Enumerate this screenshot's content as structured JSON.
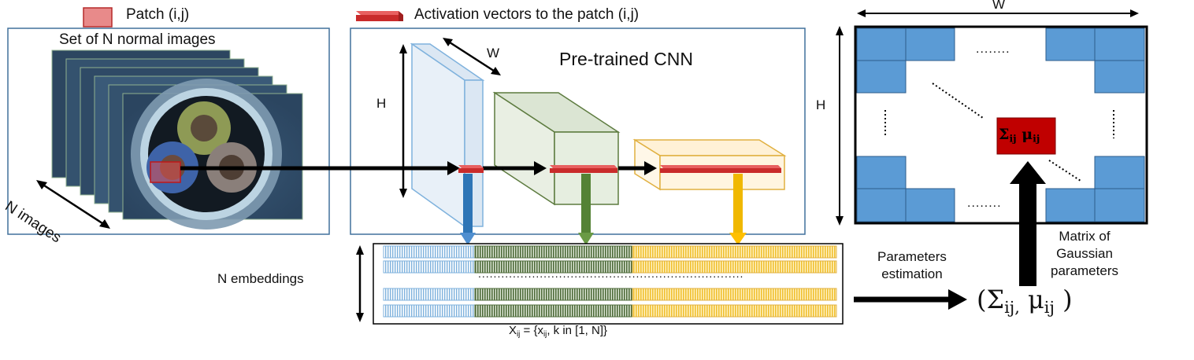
{
  "legend": {
    "patch_label": "Patch (i,j)",
    "activation_label": "Activation vectors to the patch (i,j)"
  },
  "images_panel": {
    "title": "Set of N normal images",
    "n_images_label": "N images"
  },
  "cnn_panel": {
    "title": "Pre-trained CNN",
    "w_label": "W",
    "h_label": "H"
  },
  "embeddings": {
    "left_label": "N embeddings",
    "dots": ".....................................................................",
    "formula": {
      "x_main": "X",
      "x_sub": "ij",
      "rest1": " = {x",
      "rest_sub": "ij",
      "rest2": ", k in [1, N]}"
    }
  },
  "estimation": {
    "label": "Parameters\nestimation",
    "result": {
      "sigma": "Σ",
      "sigma_sub": "ij,",
      "mu": "μ",
      "mu_sub": "ij",
      "close": ")",
      "open": "("
    }
  },
  "matrix_panel": {
    "w_label": "W",
    "h_label": "H",
    "cell_sigma": "Σ",
    "cell_sigma_sub": "ij",
    "cell_mu": "μ",
    "cell_mu_sub": "ij",
    "dots_top": "........",
    "dots_bottom": "........",
    "caption": "Matrix of\nGaussian\nparameters"
  },
  "colors": {
    "blue_block": "#5b9bd5",
    "green_layer": "#e6eee0",
    "yellow_layer": "#fff5e0",
    "red_patch": "#d9363a",
    "frame": "#41719c"
  }
}
